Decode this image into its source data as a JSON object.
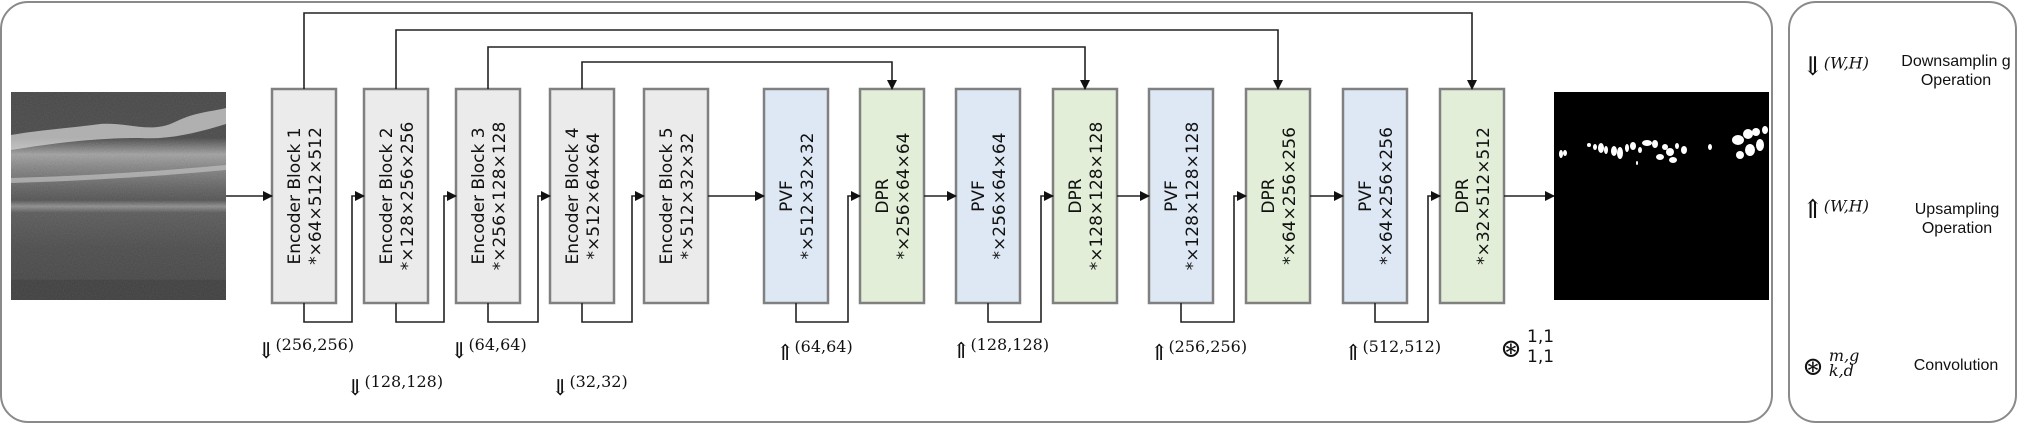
{
  "figure": {
    "input_image": "oct-retina-scan",
    "output_image": "binary-segmentation-mask",
    "blocks": [
      {
        "id": "enc1",
        "type": "encoder",
        "title": "Encoder Block 1",
        "shape": "*×64×512×512"
      },
      {
        "id": "enc2",
        "type": "encoder",
        "title": "Encoder Block 2",
        "shape": "*×128×256×256"
      },
      {
        "id": "enc3",
        "type": "encoder",
        "title": "Encoder Block 3",
        "shape": "*×256×128×128"
      },
      {
        "id": "enc4",
        "type": "encoder",
        "title": "Encoder Block 4",
        "shape": "*×512×64×64"
      },
      {
        "id": "enc5",
        "type": "encoder",
        "title": "Encoder Block 5",
        "shape": "*×512×32×32"
      },
      {
        "id": "pvf1",
        "type": "pvf",
        "title": "PVF",
        "shape": "*×512×32×32"
      },
      {
        "id": "dpr1",
        "type": "dpr",
        "title": "DPR",
        "shape": "*×256×64×64"
      },
      {
        "id": "pvf2",
        "type": "pvf",
        "title": "PVF",
        "shape": "*×256×64×64"
      },
      {
        "id": "dpr2",
        "type": "dpr",
        "title": "DPR",
        "shape": "*×128×128×128"
      },
      {
        "id": "pvf3",
        "type": "pvf",
        "title": "PVF",
        "shape": "*×128×128×128"
      },
      {
        "id": "dpr3",
        "type": "dpr",
        "title": "DPR",
        "shape": "*×64×256×256"
      },
      {
        "id": "pvf4",
        "type": "pvf",
        "title": "PVF",
        "shape": "*×64×256×256"
      },
      {
        "id": "dpr4",
        "type": "dpr",
        "title": "DPR",
        "shape": "*×32×512×512"
      }
    ],
    "skip_connections": [
      {
        "from": "enc1",
        "to": "dpr4"
      },
      {
        "from": "enc2",
        "to": "dpr3"
      },
      {
        "from": "enc3",
        "to": "dpr2"
      },
      {
        "from": "enc4",
        "to": "dpr1"
      }
    ],
    "downsample_labels": [
      {
        "arrow": "⇓",
        "size": "(256,256)"
      },
      {
        "arrow": "⇓",
        "size": "(128,128)"
      },
      {
        "arrow": "⇓",
        "size": "(64,64)"
      },
      {
        "arrow": "⇓",
        "size": "(32,32)"
      }
    ],
    "upsample_labels": [
      {
        "arrow": "⇑",
        "size": "(64,64)"
      },
      {
        "arrow": "⇑",
        "size": "(128,128)"
      },
      {
        "arrow": "⇑",
        "size": "(256,256)"
      },
      {
        "arrow": "⇑",
        "size": "(512,512)"
      }
    ],
    "final_conv": {
      "symbol": "⊛",
      "sup": "1,1",
      "sub": "1,1"
    },
    "colors": {
      "encoder_fill": "#ebebeb",
      "pvf_fill": "#dde8f4",
      "dpr_fill": "#e2eed8",
      "box_stroke": "#808080",
      "line": "#222222"
    }
  },
  "legend": {
    "items": [
      {
        "symbol": "⇓",
        "sup": "(W,H)",
        "label": "Downsamplin g Operation"
      },
      {
        "symbol": "⇑",
        "sup": "(W,H)",
        "label": "Upsampling Operation"
      },
      {
        "symbol": "⊛",
        "sup": "m,g",
        "sub": "k,d",
        "label": "Convolution"
      }
    ]
  }
}
